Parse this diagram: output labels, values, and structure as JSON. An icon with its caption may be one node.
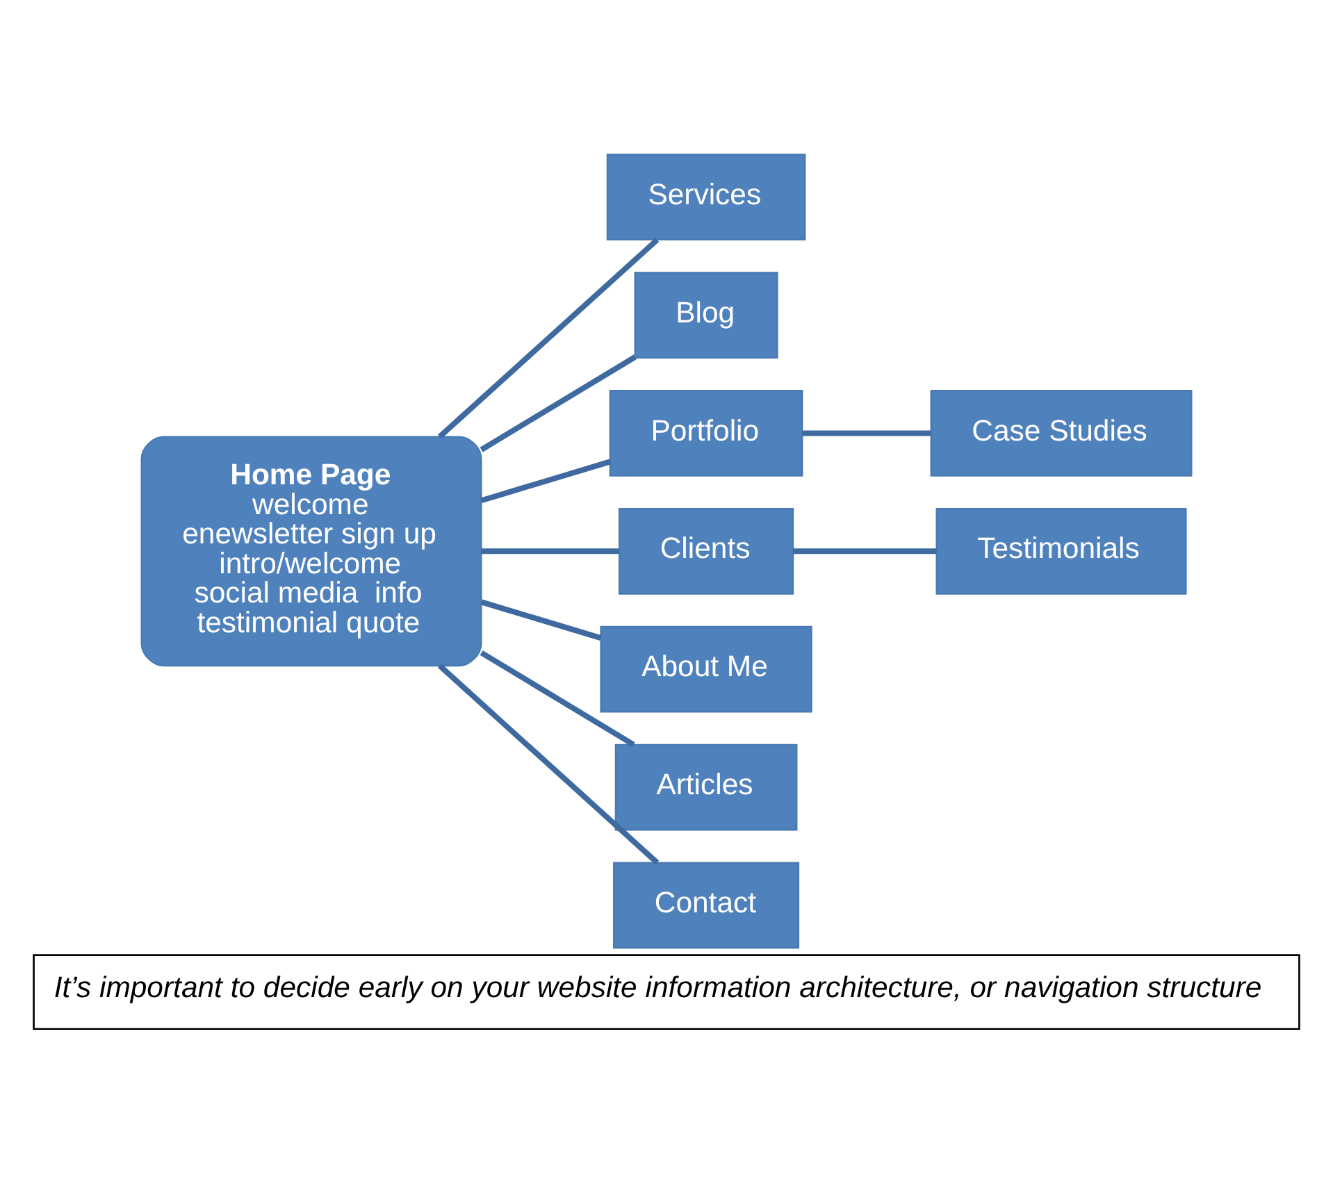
{
  "diagram": {
    "caption": "It’s important to decide early on your website information architecture, or navigation structure",
    "nodes": [
      {
        "text": [
          "Home Page",
          "welcome",
          "enewsletter sign up",
          "intro/welcome",
          "social media  info",
          "testimonial quote"
        ]
      },
      {
        "text": [
          "Services"
        ]
      },
      {
        "text": [
          "Blog"
        ]
      },
      {
        "text": [
          "Portfolio"
        ]
      },
      {
        "text": [
          "Case Studies"
        ]
      },
      {
        "text": [
          "Clients"
        ]
      },
      {
        "text": [
          "Testimonials"
        ]
      },
      {
        "text": [
          "About Me"
        ]
      },
      {
        "text": [
          "Articles"
        ]
      },
      {
        "text": [
          "Contact"
        ]
      }
    ],
    "edges": [
      {
        "from": 0,
        "to": 1,
        "arrow": "none"
      },
      {
        "from": 0,
        "to": 2,
        "arrow": "none"
      },
      {
        "from": 0,
        "to": 3,
        "arrow": "none"
      },
      {
        "from": 0,
        "to": 5,
        "arrow": "none"
      },
      {
        "from": 0,
        "to": 7,
        "arrow": "none"
      },
      {
        "from": 0,
        "to": 8,
        "arrow": "none"
      },
      {
        "from": 0,
        "to": 9,
        "arrow": "none"
      },
      {
        "from": 3,
        "to": 4,
        "arrow": "none"
      },
      {
        "from": 5,
        "to": 6,
        "arrow": "none"
      }
    ]
  }
}
